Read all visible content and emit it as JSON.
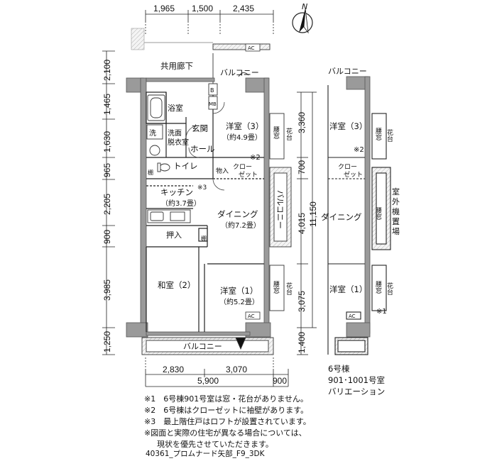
{
  "dimensions": {
    "top": [
      "1,965",
      "1,500",
      "2,435"
    ],
    "bottom_row1": [
      "2,830",
      "3,070"
    ],
    "bottom_total": "5,900",
    "bottom_right": "900",
    "left": [
      "2,100",
      "1,465",
      "1,630",
      "965",
      "2,205",
      "900",
      "3,985",
      "1,250"
    ],
    "right_main": [
      "3,360",
      "700",
      "4,015",
      "3,075"
    ],
    "right_total": "11,150",
    "right_bottom": "1,400"
  },
  "rooms": {
    "corridor": "共用廊下",
    "balcony_top": "バルコニー",
    "bath": "浴室",
    "wash": "洗",
    "dressing": [
      "洗面",
      "脱衣室"
    ],
    "entrance": "玄関",
    "hall": "ホール",
    "toilet": "トイレ",
    "shelf": "棚",
    "storage_small": "物入",
    "closet": [
      "クロー",
      "ゼット"
    ],
    "room3": "洋室（3）",
    "room3_size": "（約4.9畳）",
    "note2_mark": "※2",
    "kitchen": "キッチン",
    "kitchen_note": "※3",
    "kitchen_size": "（約3.7畳）",
    "dining": "ダイニング",
    "dining_size": "（約7.2畳）",
    "oshiire": "押入",
    "washitsu": "和室（2）",
    "room1": "洋室（1）",
    "room1_size": "（約5.2畳）",
    "balcony_side": "バルコニー",
    "balcony_bottom": "バルコニー",
    "koshimado": "腰窓",
    "kadai": "花台",
    "ac": "AC",
    "b": "B",
    "mb": "MB"
  },
  "variation_plan": {
    "balcony": "バルコニー",
    "room3": "洋室（3）",
    "note2_mark": "※2",
    "closet": [
      "クロー",
      "ゼット"
    ],
    "dining": "ダイニング",
    "outdoor_unit": [
      "室",
      "外",
      "機",
      "置",
      "場"
    ],
    "room1": "洋室（1）",
    "note1_mark": "※1",
    "koshimado": "腰窓",
    "kadai": "花台",
    "ac": "AC",
    "caption": [
      "6号棟",
      "901･1001号室",
      "バリエーション"
    ]
  },
  "compass": "N",
  "notes": [
    "※1　6号棟901号室は窓・花台がありません。",
    "※2　6号棟はクローゼットに袖壁があります。",
    "※3　最上階住戸はロフトが設置されています。",
    "※図面と実際の住宅が異なる場合については、",
    "現状を優先させていただきます。"
  ],
  "footer": "40361_プロムナード矢部_F9_3DK",
  "colors": {
    "wall": "#9a9a9a",
    "wall_dark": "#6e6e6e",
    "line": "#222222",
    "tatami": "#f2f2f2"
  }
}
